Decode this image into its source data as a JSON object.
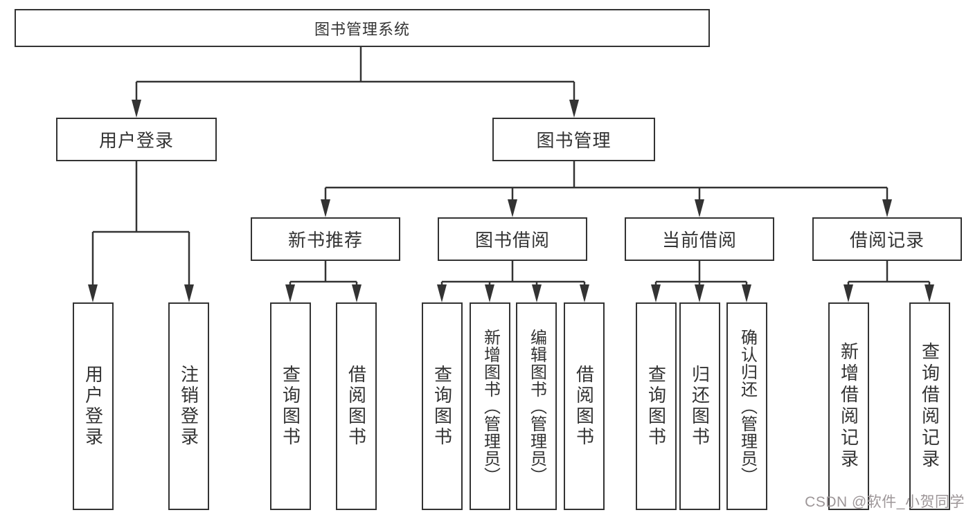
{
  "diagram": {
    "root": {
      "label": "图书管理系统"
    },
    "level2": {
      "user_login": {
        "label": "用户登录"
      },
      "book_mgmt": {
        "label": "图书管理"
      }
    },
    "level3": {
      "new_book": {
        "label": "新书推荐"
      },
      "book_borrow": {
        "label": "图书借阅"
      },
      "current_borrow": {
        "label": "当前借阅"
      },
      "borrow_record": {
        "label": "借阅记录"
      }
    },
    "leaves": {
      "user_login": {
        "label": "用户登录"
      },
      "logout": {
        "label": "注销登录"
      },
      "nb_query": {
        "label": "查询图书"
      },
      "nb_borrow": {
        "label": "借阅图书"
      },
      "bb_query": {
        "label": "查询图书"
      },
      "bb_add": {
        "label": "新增图书（管理员）"
      },
      "bb_edit": {
        "label": "编辑图书（管理员）"
      },
      "bb_borrow": {
        "label": "借阅图书"
      },
      "cb_query": {
        "label": "查询图书"
      },
      "cb_return": {
        "label": "归还图书"
      },
      "cb_confirm": {
        "label": "确认归还（管理员）"
      },
      "br_add": {
        "label": "新增借阅记录"
      },
      "br_query": {
        "label": "查询借阅记录"
      }
    }
  },
  "watermark": {
    "text": "CSDN @软件_小贺同学",
    "color": "#9d9698"
  },
  "colors": {
    "line": "#333333",
    "text": "#333333",
    "background": "#ffffff"
  }
}
